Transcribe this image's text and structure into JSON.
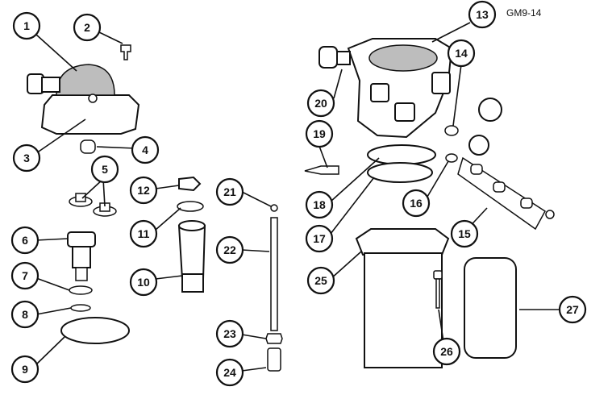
{
  "figure": {
    "id_label": "GM9-14",
    "callouts": [
      "1",
      "2",
      "3",
      "4",
      "5",
      "6",
      "7",
      "8",
      "9",
      "10",
      "11",
      "12",
      "13",
      "14",
      "15",
      "16",
      "17",
      "18",
      "19",
      "20",
      "21",
      "22",
      "23",
      "24",
      "25",
      "26",
      "27"
    ]
  }
}
